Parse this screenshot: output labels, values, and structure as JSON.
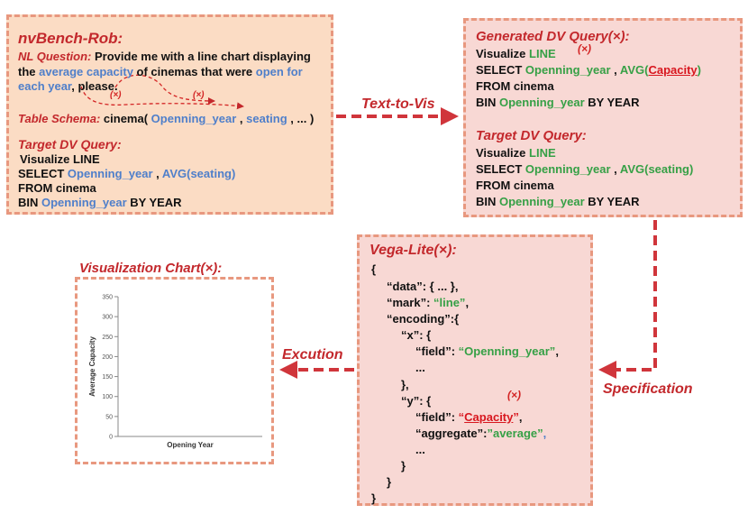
{
  "left_box": {
    "title": "nvBench-Rob:",
    "nl_label": "NL Question:",
    "nl_l1": "Provide me with a line chart displaying",
    "nl_the": "the ",
    "nl_avgcap": "average capacity",
    "nl_mid": " of cinemas that were ",
    "nl_open": "open for",
    "nl_each": "each year",
    "nl_end": ", please.",
    "mark1": "(×)",
    "mark2": "(×)",
    "schema_label": "Table Schema:",
    "schema_cinema": "cinema(",
    "schema_open": "Openning_year",
    "schema_comma": " , ",
    "schema_seat": "seating",
    "schema_end": " , ... )",
    "target_title": "Target DV Query:",
    "q1": "Visualize LINE",
    "q2_a": "SELECT ",
    "q2_b": "Openning_year",
    "q2_c": " , ",
    "q2_d": "AVG(seating)",
    "q3": "FROM cinema",
    "q4_a": "BIN ",
    "q4_b": "Openning_year",
    "q4_c": " BY YEAR"
  },
  "right_box": {
    "gen_title": "Generated DV Query(×):",
    "mark": "(×)",
    "g1_a": "Visualize ",
    "g1_b": "LINE",
    "g2_a": "SELECT ",
    "g2_b": "Openning_year",
    "g2_c": " , ",
    "g2_d": "AVG(",
    "g2_e": "Capacity",
    "g2_f": ")",
    "g3": "FROM cinema",
    "g4_a": "BIN ",
    "g4_b": "Openning_year",
    "g4_c": " BY YEAR",
    "target_title": "Target DV Query:",
    "t1_a": "Visualize ",
    "t1_b": "LINE",
    "t2_a": "SELECT ",
    "t2_b": "Openning_year",
    "t2_c": " , ",
    "t2_d": "AVG(seating)",
    "t3": "FROM cinema",
    "t4_a": "BIN ",
    "t4_b": "Openning_year",
    "t4_c": " BY YEAR"
  },
  "vega_box": {
    "title": "Vega-Lite(×):",
    "l1": "{",
    "l2": "“data”: { ... },",
    "l3_a": "“mark”: ",
    "l3_b": "“line”",
    "l3_c": ",",
    "l4": "“encoding”:{",
    "l5": "“x”: {",
    "l6_a": "“field”: ",
    "l6_b": "“Openning_year”",
    "l6_c": ",",
    "l7": "...",
    "l8": "},",
    "l9": "“y”: {",
    "mark": "(×)",
    "l10_a": "“field”: ",
    "l10_b": "“",
    "l10_c": "Capacity",
    "l10_d": "”",
    "l10_e": ",",
    "l11_a": "“aggregate”:",
    "l11_b": "”average”",
    "l11_c": ",",
    "l12": "...",
    "l13": "}",
    "l14": "}",
    "l15": "}"
  },
  "chart_box": {
    "title": "Visualization Chart(×):"
  },
  "flows": {
    "text_to_vis": "Text-to-Vis",
    "specification": "Specification",
    "excution": "Excution"
  },
  "chart_data": {
    "type": "line",
    "series": [],
    "xlabel": "Opening Year",
    "ylabel": "Average Capacity",
    "yticks": [
      0,
      50,
      100,
      150,
      200,
      250,
      300,
      350
    ],
    "ylim": [
      0,
      350
    ],
    "grid": false
  }
}
